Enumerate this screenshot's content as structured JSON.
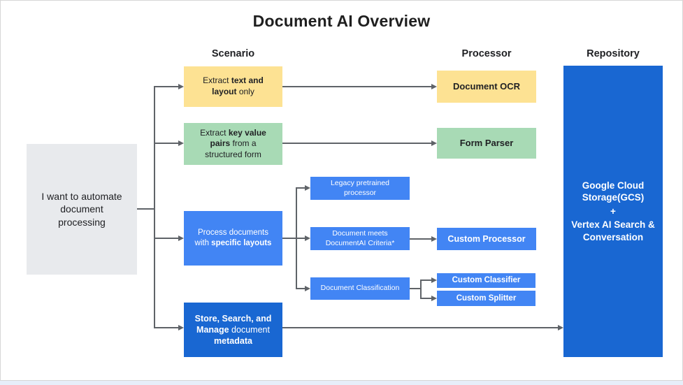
{
  "title": "Document AI Overview",
  "columns": {
    "scenario": "Scenario",
    "processor": "Processor",
    "repository": "Repository"
  },
  "intent_box": {
    "text": "I want to automate document processing"
  },
  "rows": {
    "ocr": {
      "scenario_segments": [
        {
          "text": "Extract ",
          "bold": false
        },
        {
          "text": "text and layout",
          "bold": true
        },
        {
          "text": " only",
          "bold": false
        }
      ],
      "processor": "Document OCR"
    },
    "form": {
      "scenario_segments": [
        {
          "text": "Extract ",
          "bold": false
        },
        {
          "text": "key value pairs",
          "bold": true
        },
        {
          "text": " from a structured form",
          "bold": false
        }
      ],
      "processor": "Form Parser"
    },
    "custom": {
      "scenario_segments": [
        {
          "text": "Process documents with ",
          "bold": false
        },
        {
          "text": "specific layouts",
          "bold": true
        }
      ],
      "options": [
        "Legacy pretrained processor",
        "Document meets DocumentAI Criteria*",
        "Document Classification"
      ],
      "processor": "Custom Processor",
      "sub_processors": [
        "Custom Classifier",
        "Custom Splitter"
      ]
    },
    "store": {
      "scenario_segments": [
        {
          "text": "Store, Search, and Manage",
          "bold": true
        },
        {
          "text": " document ",
          "bold": false
        },
        {
          "text": "metadata",
          "bold": true
        }
      ]
    }
  },
  "repository": {
    "lines": [
      "Google Cloud Storage(GCS)",
      "+",
      "Vertex AI Search & Conversation"
    ]
  },
  "colors": {
    "yellow": "#fde293",
    "green": "#a8dab5",
    "blue": "#4285f4",
    "dark_blue": "#1967d2",
    "gray_box": "#e8eaed",
    "connector": "#5f6368",
    "text_dark": "#202124"
  }
}
